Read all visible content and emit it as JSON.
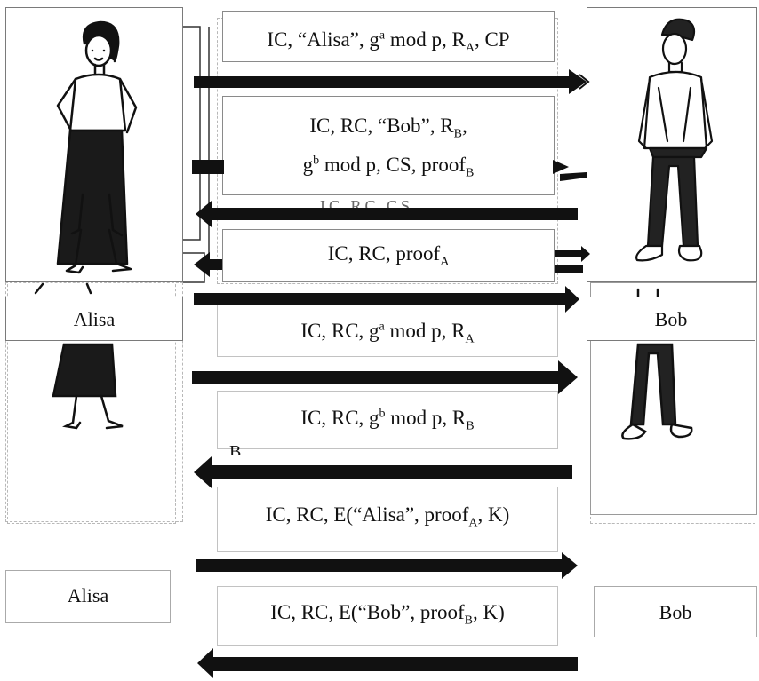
{
  "participants": {
    "alice": {
      "label": "Alisa"
    },
    "bob": {
      "label": "Bob"
    }
  },
  "messages": [
    {
      "id": "m1",
      "parts": [
        [
          "IC, “Alisa”, g"
        ],
        [
          "a",
          "sup"
        ],
        [
          " mod p, R"
        ],
        [
          "A",
          "sub"
        ],
        [
          ", CP"
        ]
      ]
    },
    {
      "id": "m2a",
      "parts": [
        [
          "IC, RC, “Bob”, R"
        ],
        [
          "B",
          "sub"
        ],
        [
          ","
        ]
      ]
    },
    {
      "id": "m2b",
      "parts": [
        [
          "g"
        ],
        [
          "b",
          "sup"
        ],
        [
          " mod p, CS, proof"
        ],
        [
          "B",
          "sub"
        ]
      ]
    },
    {
      "id": "m3",
      "parts": [
        [
          "IC, RC, proof"
        ],
        [
          "A",
          "sub"
        ]
      ]
    },
    {
      "id": "m4",
      "parts": [
        [
          "IC, RC, g"
        ],
        [
          "a",
          "sup"
        ],
        [
          " mod p, R"
        ],
        [
          "A",
          "sub"
        ]
      ]
    },
    {
      "id": "m5",
      "parts": [
        [
          "IC, RC, g"
        ],
        [
          "b",
          "sup"
        ],
        [
          " mod p, R"
        ],
        [
          "B",
          "sub"
        ]
      ]
    },
    {
      "id": "m6",
      "parts": [
        [
          "IC, RC, E(“Alisa”, proof"
        ],
        [
          "A",
          "sub"
        ],
        [
          ", K)"
        ]
      ]
    },
    {
      "id": "m7",
      "parts": [
        [
          "IC, RC, E(“Bob”, proof"
        ],
        [
          "B",
          "sub"
        ],
        [
          ", K)"
        ]
      ]
    }
  ],
  "fragments": {
    "partial_b": "B",
    "partial_row": "IC RC CS"
  },
  "icons": [
    "woman-figure-icon",
    "man-figure-icon",
    "arrow-right-icon",
    "arrow-left-icon"
  ],
  "colors": {
    "arrow": "#111111",
    "border": "#7a7a7a",
    "skirt": "#1a1a1a"
  }
}
